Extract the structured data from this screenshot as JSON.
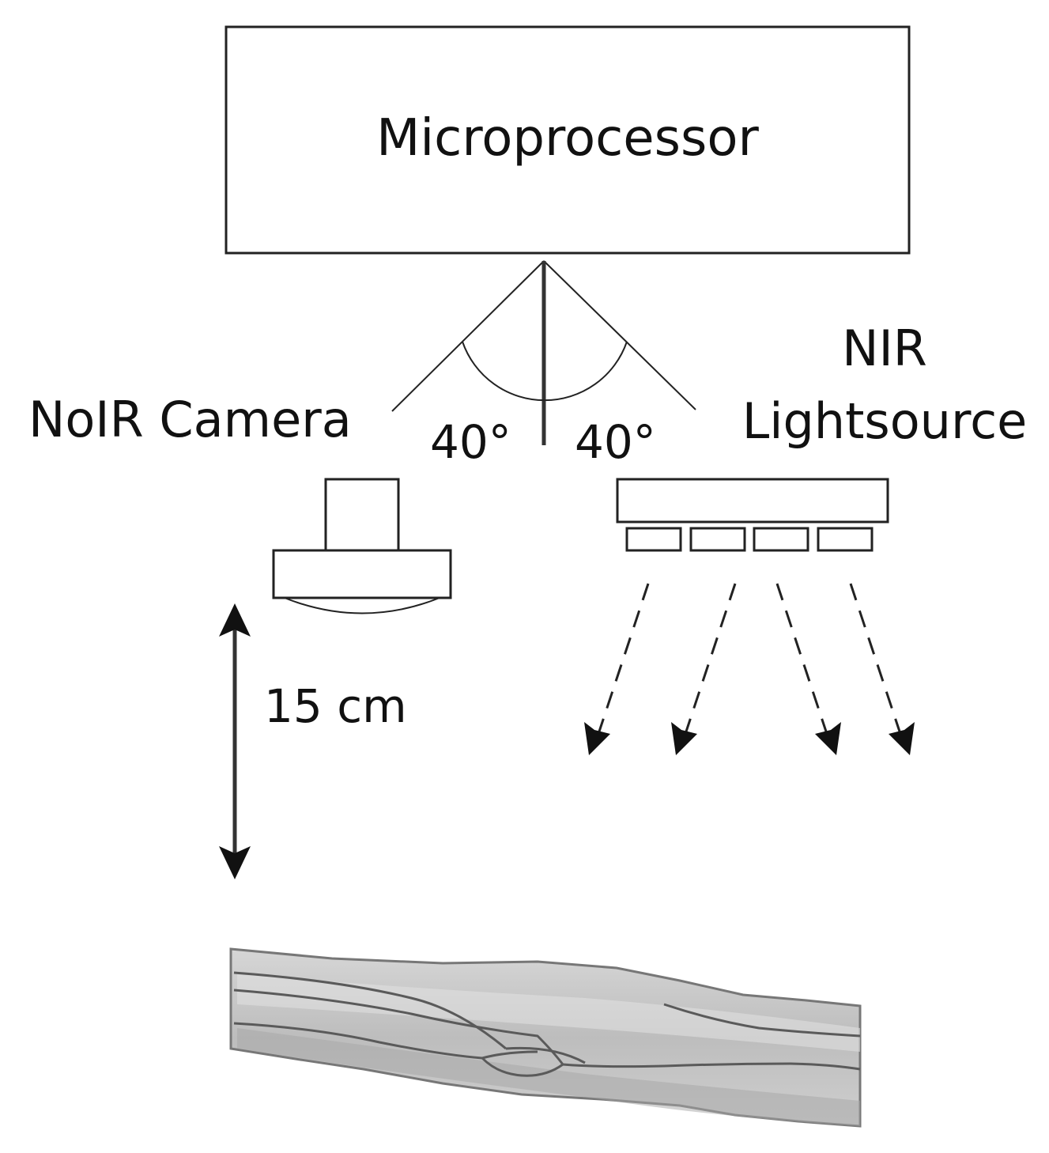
{
  "microprocessor": {
    "label": "Microprocessor"
  },
  "camera": {
    "label": "NoIR Camera"
  },
  "lightsource": {
    "line1": "NIR",
    "line2": "Lightsource"
  },
  "angles": {
    "left": "40°",
    "right": "40°"
  },
  "distance": {
    "label": "15 cm"
  },
  "colors": {
    "stroke": "#222222",
    "text": "#111111",
    "arm_fill": "#c8c8c8",
    "arm_shade": "#a9a9a9",
    "vein": "#5a5a5a"
  }
}
